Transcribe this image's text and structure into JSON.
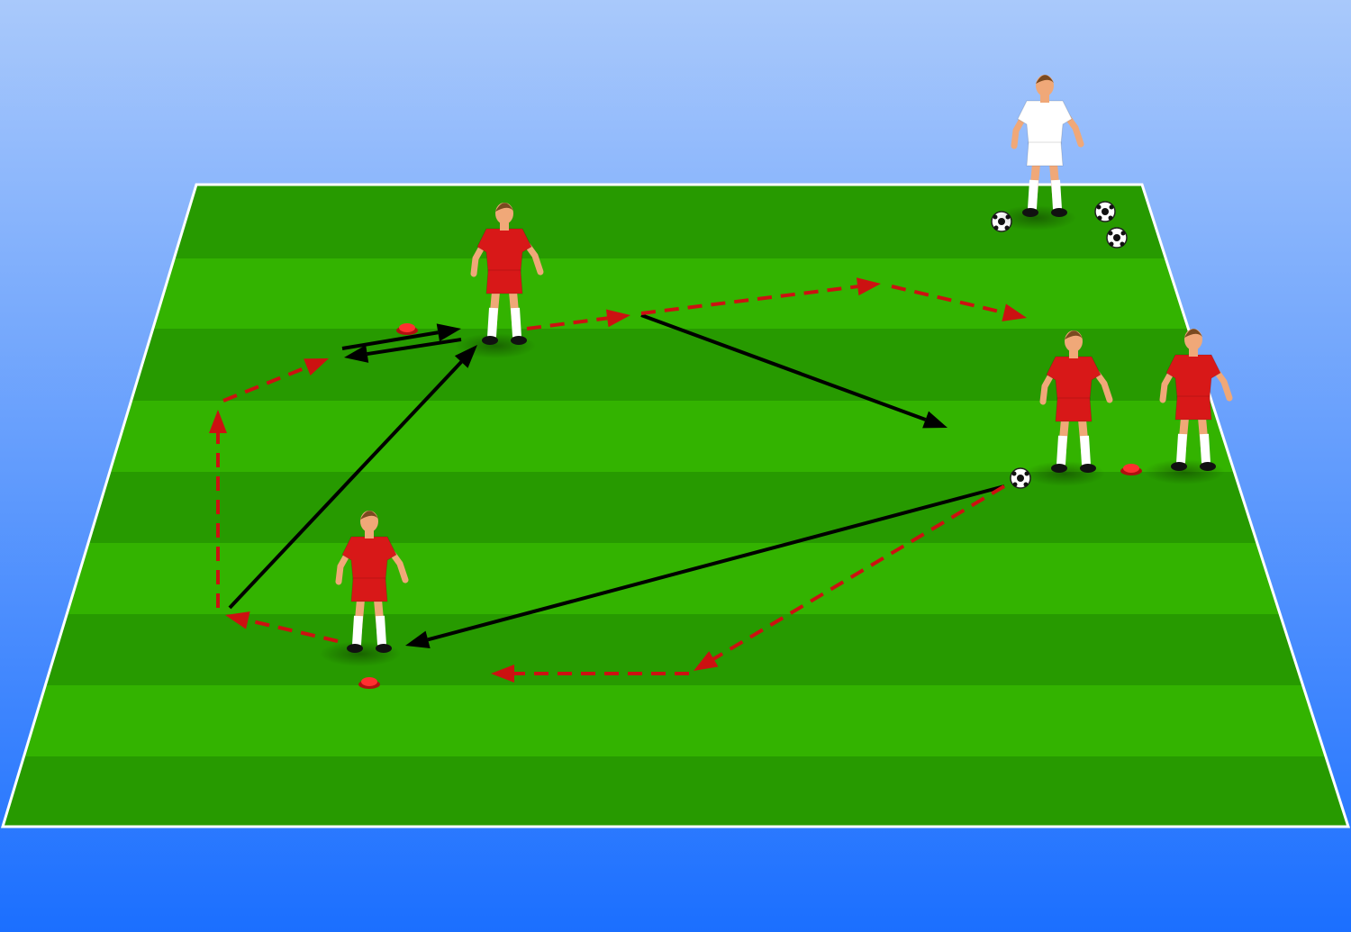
{
  "colors": {
    "sky_top": "#a9c9fb",
    "sky_bottom": "#1b6fff",
    "pitch_dark": "#279a00",
    "pitch_light": "#33b300",
    "pitch_line": "#ffffff",
    "team_kit": "#d81818",
    "opponent_kit": "#ffffff",
    "pass_arrow": "#000000",
    "run_arrow": "#cc1111",
    "cone": "#ff3030"
  },
  "legend_semantics": {
    "pass": "solid-black-arrow",
    "run": "dashed-red-arrow"
  },
  "players": [
    {
      "team": "red",
      "role": "player-top"
    },
    {
      "team": "red",
      "role": "player-bottom-left"
    },
    {
      "team": "red",
      "role": "player-right-with-ball"
    },
    {
      "team": "red",
      "role": "player-right-waiting"
    },
    {
      "team": "white",
      "role": "server"
    }
  ],
  "icons": [
    "soccer-ball-icon",
    "cone-icon",
    "player-icon"
  ]
}
